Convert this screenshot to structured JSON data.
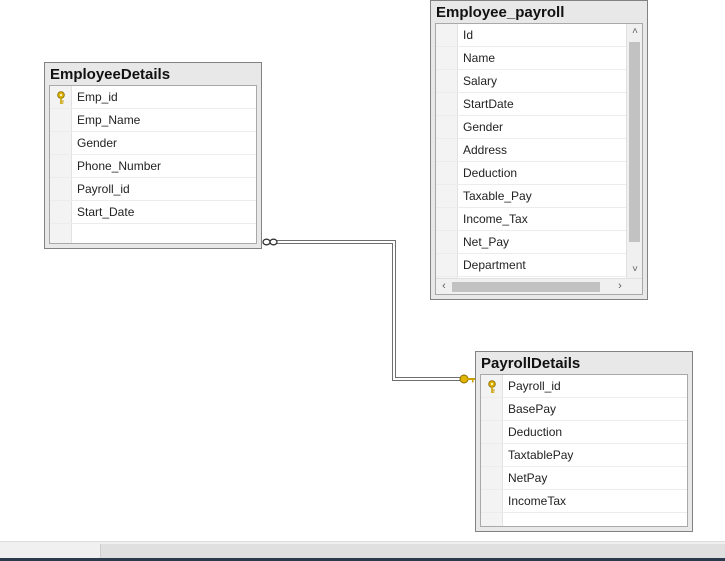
{
  "tables": {
    "employee_details": {
      "title": "EmployeeDetails",
      "columns": [
        {
          "name": "Emp_id",
          "primary_key": true
        },
        {
          "name": "Emp_Name"
        },
        {
          "name": "Gender"
        },
        {
          "name": "Phone_Number"
        },
        {
          "name": "Payroll_id"
        },
        {
          "name": "Start_Date"
        }
      ]
    },
    "employee_payroll": {
      "title": "Employee_payroll",
      "columns": [
        {
          "name": "Id"
        },
        {
          "name": "Name"
        },
        {
          "name": "Salary"
        },
        {
          "name": "StartDate"
        },
        {
          "name": "Gender"
        },
        {
          "name": "Address"
        },
        {
          "name": "Deduction"
        },
        {
          "name": "Taxable_Pay"
        },
        {
          "name": "Income_Tax"
        },
        {
          "name": "Net_Pay"
        },
        {
          "name": "Department"
        }
      ]
    },
    "payroll_details": {
      "title": "PayrollDetails",
      "columns": [
        {
          "name": "Payroll_id",
          "primary_key": true
        },
        {
          "name": "BasePay"
        },
        {
          "name": "Deduction"
        },
        {
          "name": "TaxtablePay"
        },
        {
          "name": "NetPay"
        },
        {
          "name": "IncomeTax"
        }
      ]
    }
  },
  "relationship": {
    "from": "EmployeeDetails",
    "to": "PayrollDetails",
    "from_end": "many",
    "to_end": "one"
  },
  "icons": {
    "key": "key-icon",
    "many_end": "infinity-icon",
    "one_end": "key-icon"
  },
  "colors": {
    "table_frame": "#e8e8e8",
    "key_gold": "#e0b400",
    "line": "#6e6e6e"
  }
}
